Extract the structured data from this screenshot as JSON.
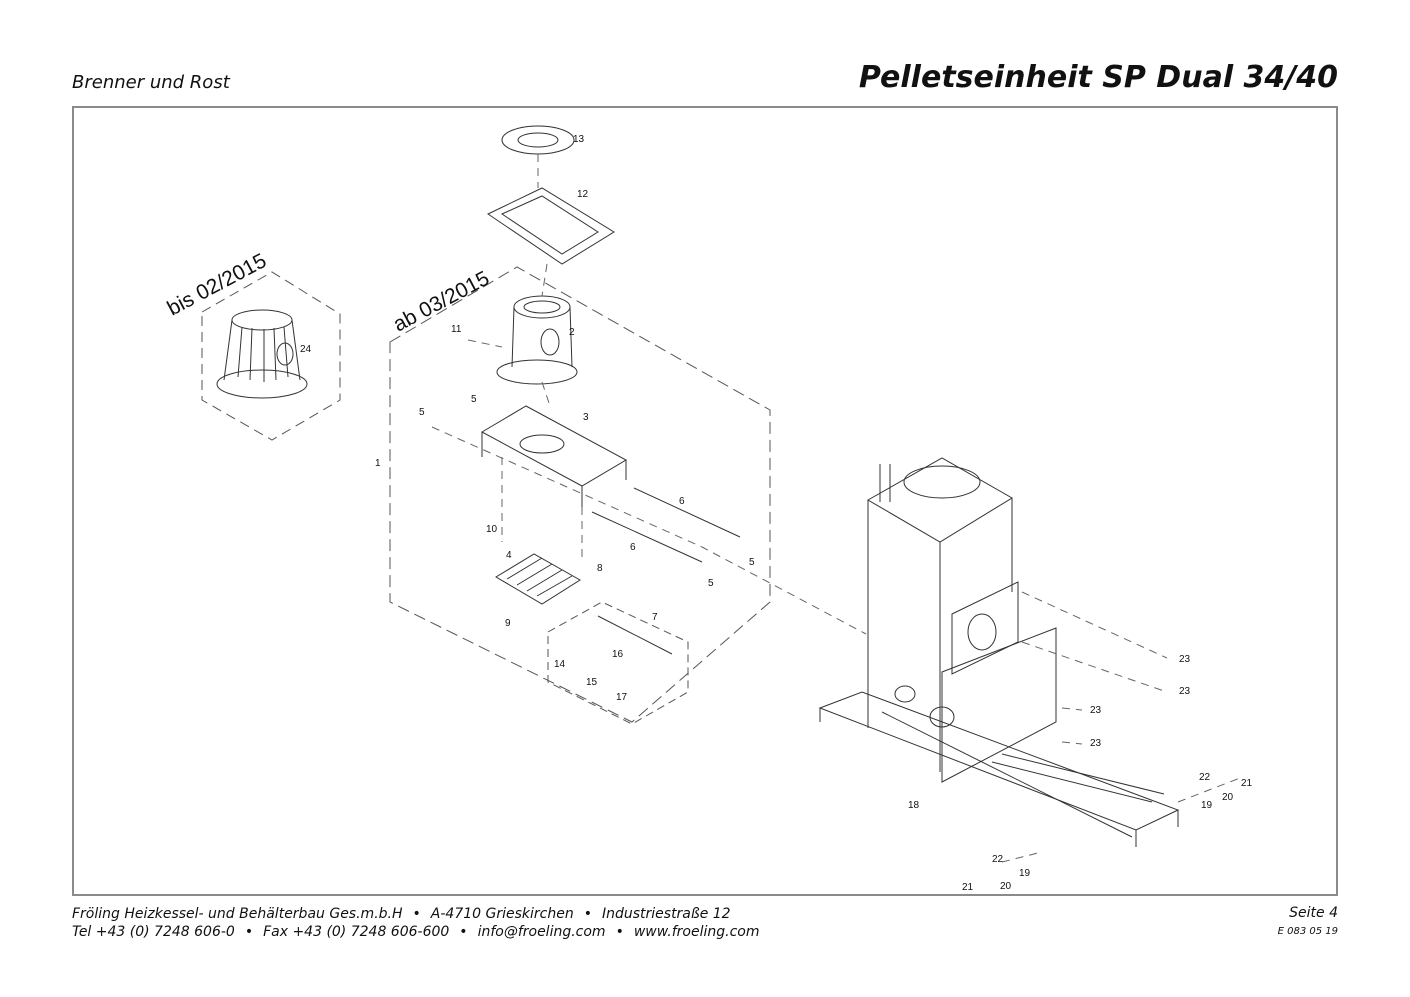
{
  "header": {
    "subtitle": "Brenner und Rost",
    "title": "Pelletseinheit SP Dual 34/40"
  },
  "drawing": {
    "versions": [
      "bis 02/2015",
      "ab 03/2015"
    ],
    "part_labels": [
      "13",
      "12",
      "2",
      "11",
      "24",
      "5",
      "5",
      "3",
      "1",
      "6",
      "10",
      "6",
      "4",
      "8",
      "5",
      "5",
      "9",
      "7",
      "14",
      "16",
      "15",
      "17",
      "23",
      "23",
      "23",
      "23",
      "18",
      "22",
      "21",
      "19",
      "20",
      "22",
      "19",
      "21",
      "20"
    ]
  },
  "footer": {
    "line1": [
      "Fröling Heizkessel- und Behälterbau Ges.m.b.H",
      "A-4710 Grieskirchen",
      "Industriestraße 12"
    ],
    "line2": [
      "Tel +43 (0) 7248 606-0",
      "Fax +43 (0) 7248 606-600",
      "info@froeling.com",
      "www.froeling.com"
    ],
    "page": "Seite 4",
    "doc_code": "E 083 05 19"
  }
}
